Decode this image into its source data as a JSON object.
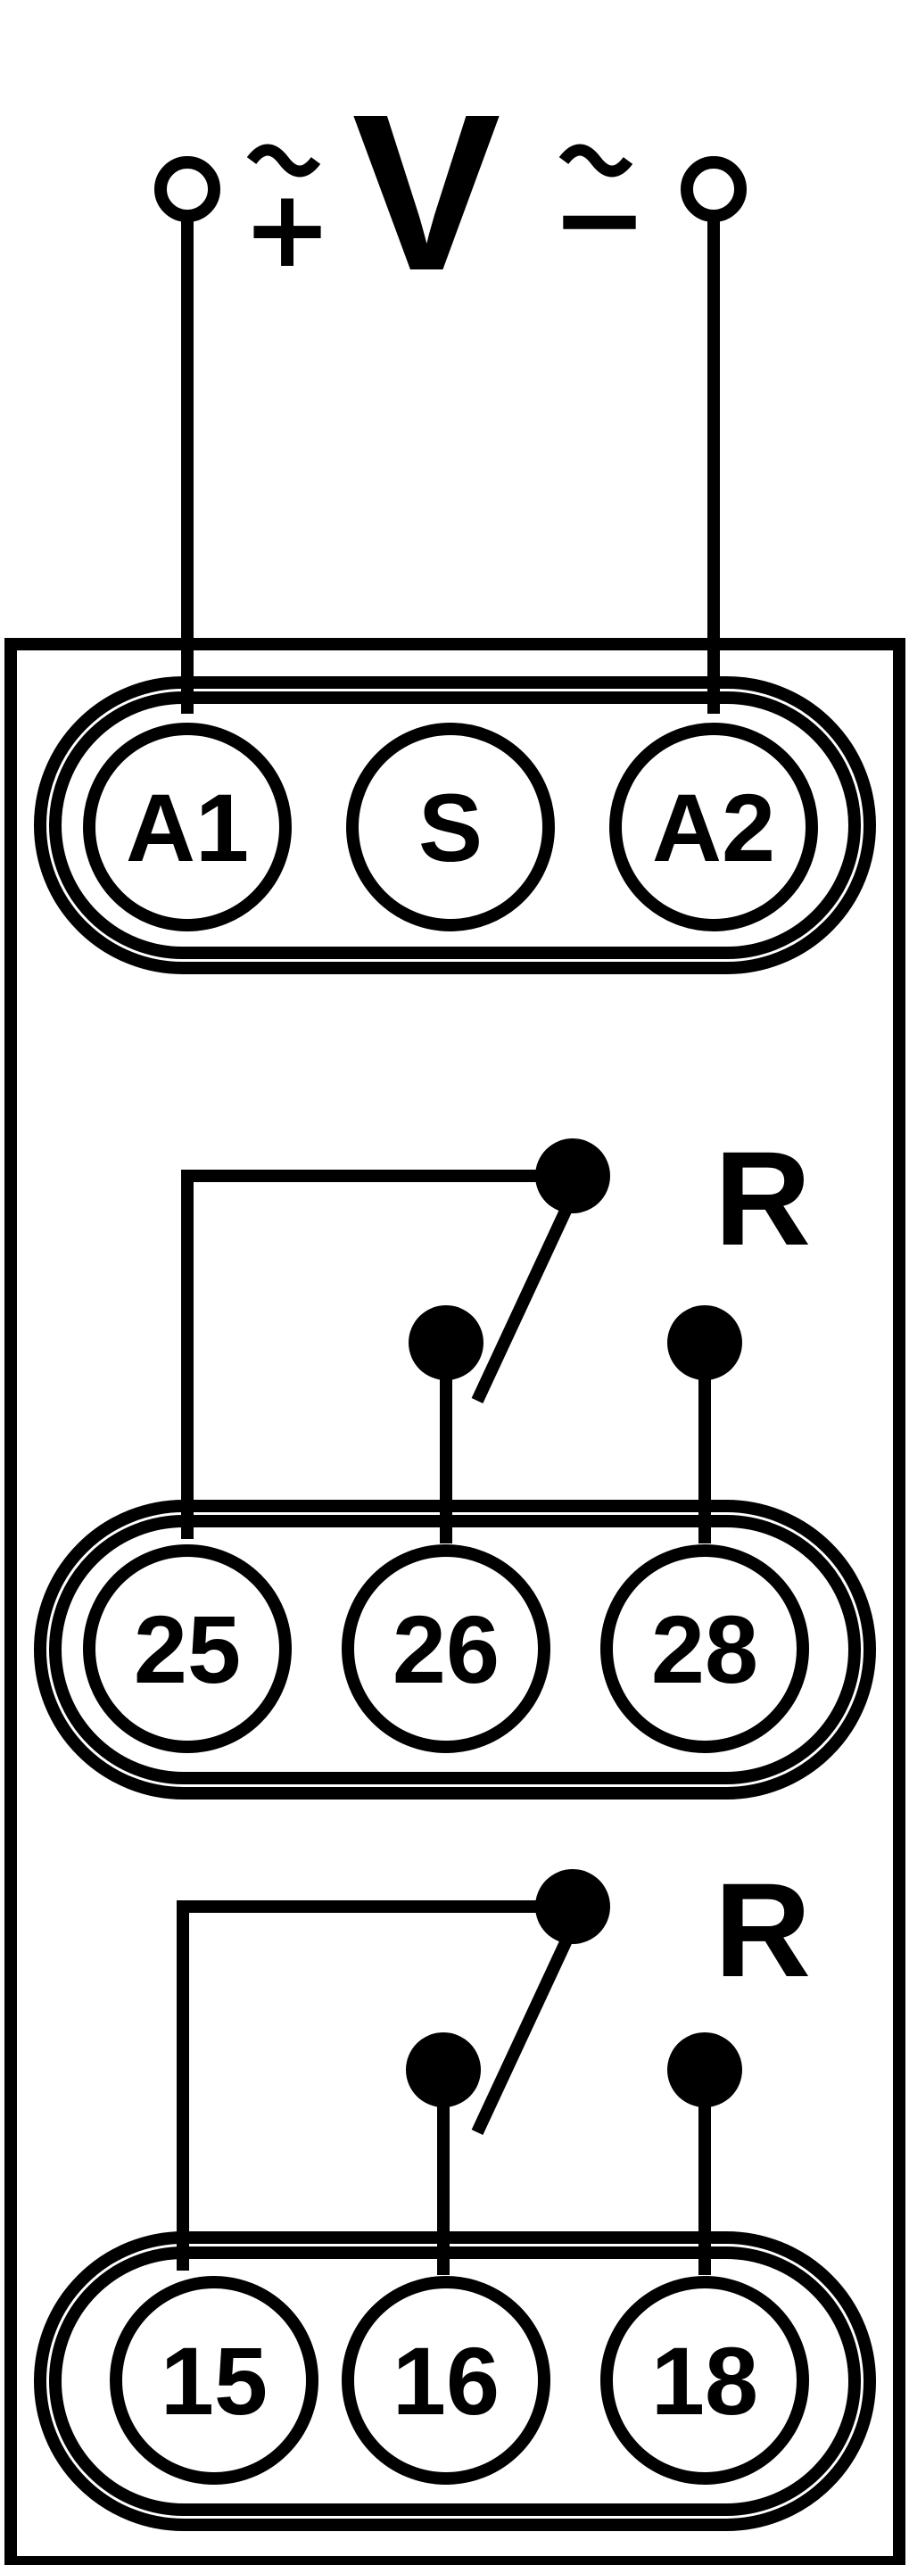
{
  "supply": {
    "voltage_label": "V",
    "plus_sign": "+",
    "minus_sign": "−",
    "ac_symbol": "~"
  },
  "power_terminals": [
    "A1",
    "S",
    "A2"
  ],
  "relay_1": {
    "label": "R",
    "terminals": [
      "25",
      "26",
      "28"
    ]
  },
  "relay_2": {
    "label": "R",
    "terminals": [
      "15",
      "16",
      "18"
    ]
  },
  "colors": {
    "stroke": "#000000",
    "background": "#ffffff"
  }
}
